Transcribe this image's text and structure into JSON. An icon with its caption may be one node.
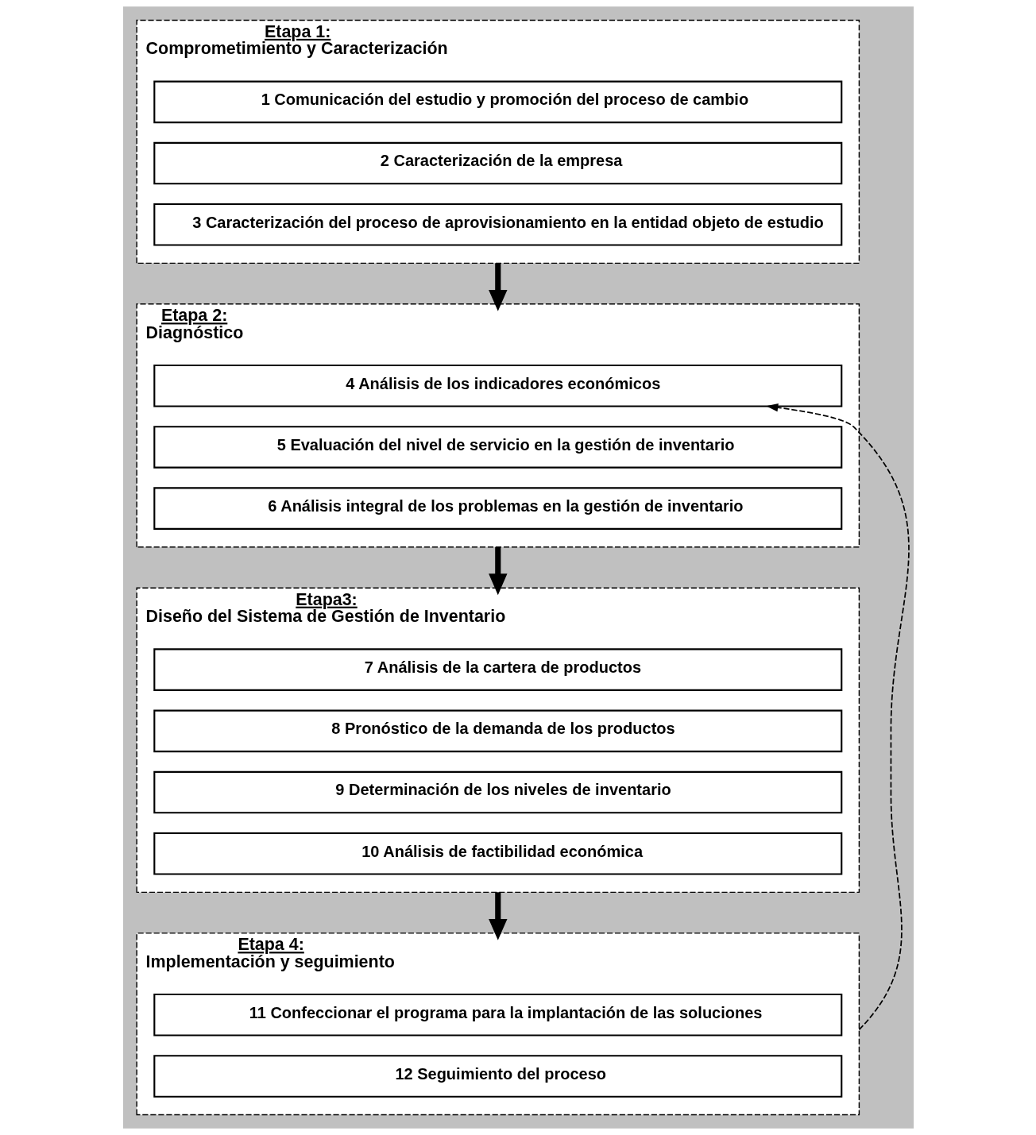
{
  "diagram": {
    "nodes": [
      {
        "text": [
          "Etapa 1:",
          "Comprometimiento y Caracterización"
        ]
      },
      {
        "text": [
          "1 Comunicación del estudio y promoción del proceso de cambio"
        ],
        "in": 0
      },
      {
        "text": [
          "2 Caracterización de la empresa"
        ],
        "in": 0
      },
      {
        "text": [
          "3 Caracterización del proceso de aprovisionamiento en la entidad objeto de estudio"
        ],
        "in": 0
      },
      {
        "text": [
          "Etapa 2:",
          "Diagnóstico"
        ]
      },
      {
        "text": [
          "4 Análisis de los indicadores económicos"
        ],
        "in": 4
      },
      {
        "text": [
          "5 Evaluación del nivel de servicio en la gestión de inventario"
        ],
        "in": 4
      },
      {
        "text": [
          "6 Análisis integral de los problemas en la gestión de inventario"
        ],
        "in": 4
      },
      {
        "text": [
          "Etapa3:",
          "Diseño del Sistema de Gestión de Inventario"
        ]
      },
      {
        "text": [
          "7 Análisis de la cartera de productos"
        ],
        "in": 8
      },
      {
        "text": [
          "8 Pronóstico de la demanda de los productos"
        ],
        "in": 8
      },
      {
        "text": [
          "9 Determinación de los niveles de inventario"
        ],
        "in": 8
      },
      {
        "text": [
          "10 Análisis de factibilidad económica"
        ],
        "in": 8
      },
      {
        "text": [
          "Etapa 4:",
          "Implementación y seguimiento"
        ]
      },
      {
        "text": [
          "11 Confeccionar el programa para la implantación de las soluciones"
        ],
        "in": 13
      },
      {
        "text": [
          "12 Seguimiento del proceso"
        ],
        "in": 13
      }
    ],
    "edges": [
      {
        "from": 0,
        "to": 4,
        "arrow": "to"
      },
      {
        "from": 4,
        "to": 8,
        "arrow": "to"
      },
      {
        "from": 8,
        "to": 13,
        "arrow": "to"
      },
      {
        "from": 13,
        "to": 5,
        "arrow": "to",
        "style": "dashed"
      }
    ]
  }
}
